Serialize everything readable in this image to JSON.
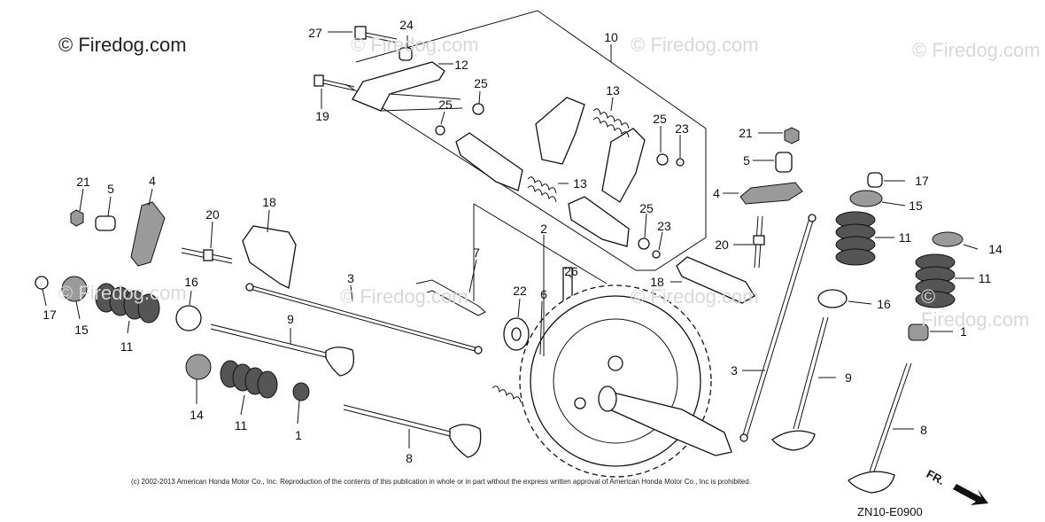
{
  "watermark": {
    "main": "© Firedog.com",
    "faint": "© Firedog.com"
  },
  "callouts": [
    {
      "id": "c27",
      "text": "27"
    },
    {
      "id": "c24",
      "text": "24"
    },
    {
      "id": "c12",
      "text": "12"
    },
    {
      "id": "c10",
      "text": "10"
    },
    {
      "id": "c19",
      "text": "19"
    },
    {
      "id": "c25a",
      "text": "25"
    },
    {
      "id": "c25b",
      "text": "25"
    },
    {
      "id": "c13a",
      "text": "13"
    },
    {
      "id": "c25c",
      "text": "25"
    },
    {
      "id": "c23a",
      "text": "23"
    },
    {
      "id": "c13b",
      "text": "13"
    },
    {
      "id": "c25d",
      "text": "25"
    },
    {
      "id": "c23b",
      "text": "23"
    },
    {
      "id": "c21a",
      "text": "21"
    },
    {
      "id": "c5a",
      "text": "5"
    },
    {
      "id": "c4a",
      "text": "4"
    },
    {
      "id": "c20a",
      "text": "20"
    },
    {
      "id": "c18a",
      "text": "18"
    },
    {
      "id": "c7",
      "text": "7"
    },
    {
      "id": "c2",
      "text": "2"
    },
    {
      "id": "c3a",
      "text": "3"
    },
    {
      "id": "c26",
      "text": "26"
    },
    {
      "id": "c22",
      "text": "22"
    },
    {
      "id": "c6",
      "text": "6"
    },
    {
      "id": "c16a",
      "text": "16"
    },
    {
      "id": "c9a",
      "text": "9"
    },
    {
      "id": "c17a",
      "text": "17"
    },
    {
      "id": "c15a",
      "text": "15"
    },
    {
      "id": "c11a",
      "text": "11"
    },
    {
      "id": "c14a",
      "text": "14"
    },
    {
      "id": "c11b",
      "text": "11"
    },
    {
      "id": "c1a",
      "text": "1"
    },
    {
      "id": "c8a",
      "text": "8"
    },
    {
      "id": "c21b",
      "text": "21"
    },
    {
      "id": "c5b",
      "text": "5"
    },
    {
      "id": "c17b",
      "text": "17"
    },
    {
      "id": "c4b",
      "text": "4"
    },
    {
      "id": "c15b",
      "text": "15"
    },
    {
      "id": "c11c",
      "text": "11"
    },
    {
      "id": "c20b",
      "text": "20"
    },
    {
      "id": "c14b",
      "text": "14"
    },
    {
      "id": "c11d",
      "text": "11"
    },
    {
      "id": "c18b",
      "text": "18"
    },
    {
      "id": "c16b",
      "text": "16"
    },
    {
      "id": "c1b",
      "text": "1"
    },
    {
      "id": "c3b",
      "text": "3"
    },
    {
      "id": "c9b",
      "text": "9"
    },
    {
      "id": "c8b",
      "text": "8"
    }
  ],
  "copyright": "(c) 2002-2013 American Honda Motor Co., Inc. Reproduction of the contents of this publication in whole or in part without the express written approval of American Honda Motor Co., Inc is prohibited.",
  "direction_label": "FR.",
  "diagram_code": "ZN10-E0900"
}
